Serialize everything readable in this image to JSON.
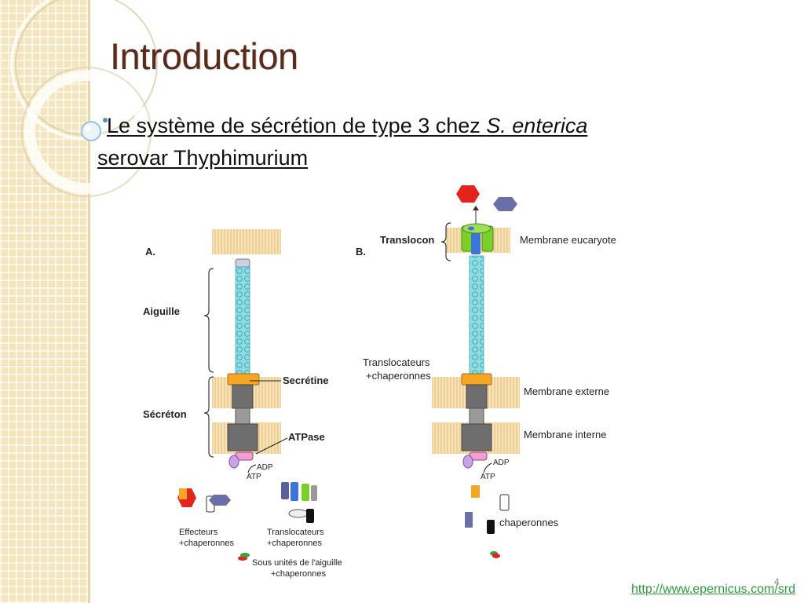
{
  "slide": {
    "title": "Introduction",
    "bullet": {
      "text_plain": "Le système de sécrétion de type 3 chez ",
      "text_italic": "S. enterica",
      "text_line2": "serovar Thyphimurium"
    },
    "footer_link": "http://www.epernicus.com/srd",
    "slide_number": "4"
  },
  "figure": {
    "panel_a": {
      "label": "A.",
      "aiguille": "Aiguille",
      "secreton": "Sécréton",
      "secretine": "Secrétine",
      "atpase": "ATPase",
      "adp": "ADP",
      "atp": "ATP",
      "effecteurs_l1": "Effecteurs",
      "effecteurs_l2": "+chaperonnes",
      "translocateurs_l1": "Translocateurs",
      "translocateurs_l2": "+chaperonnes",
      "sous_unites_l1": "Sous unités de l'aiguille",
      "sous_unites_l2": "+chaperonnes"
    },
    "panel_b": {
      "label": "B.",
      "translocon": "Translocon",
      "membrane_eucaryote": "Membrane eucaryote",
      "translocateurs_l1": "Translocateurs",
      "translocateurs_l2": "+chaperonnes",
      "membrane_externe": "Membrane externe",
      "membrane_interne": "Membrane interne",
      "adp": "ADP",
      "atp": "ATP",
      "chaperonnes": "chaperonnes"
    },
    "colors": {
      "membrane": "#f4d7a3",
      "needle": "#7fd7dd",
      "secretin": "#f7a623",
      "ring": "#808080",
      "atpase": "#f0a0d0",
      "atpase_base": "#c9a3e6",
      "effector_red": "#e3241b",
      "effector_purple": "#6a6fa8",
      "translocon_green": "#7ccf2a",
      "translocon_blue": "#3d74d8"
    }
  }
}
